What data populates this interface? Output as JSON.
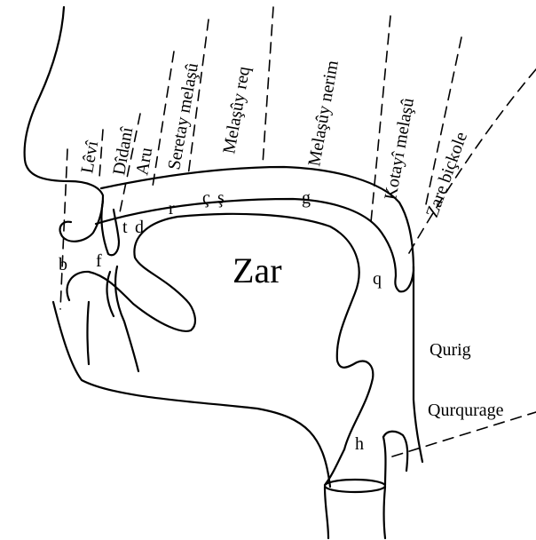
{
  "diagram": {
    "region_labels": {
      "levi": "Lêvî",
      "didani": "Dîdanî",
      "aru": "Aru",
      "seretay": "Seretay melaşû",
      "melasu_req": "Melaşûy req",
      "melasu_nerim": "Melaşûy nerim",
      "kotayi": "Kotayî melaşû",
      "zare_bickole": "Zare biçkole"
    },
    "center_label": "Zar",
    "side_labels": {
      "qurig": "Qurig",
      "qurqurage": "Qurqurage"
    },
    "phonemes": {
      "b": "b",
      "f": "f",
      "t": "t",
      "d": "d",
      "r": "r",
      "c": "ç",
      "s": "ş",
      "g": "g",
      "q": "q",
      "h": "h"
    }
  }
}
